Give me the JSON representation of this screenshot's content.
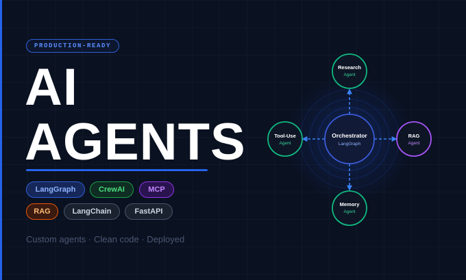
{
  "badge": "PRODUCTION-READY",
  "hero": {
    "line1": "AI",
    "line2": "AGENTS"
  },
  "tags": [
    {
      "label": "LangGraph",
      "text": "#8fb4ff",
      "border": "#2f5fd8",
      "bg": "#16275a"
    },
    {
      "label": "CrewAI",
      "text": "#4ade80",
      "border": "#16a34a",
      "bg": "#0f2d22"
    },
    {
      "label": "MCP",
      "text": "#c084fc",
      "border": "#9333ea",
      "bg": "#2a1450"
    },
    {
      "label": "RAG",
      "text": "#fdba74",
      "border": "#ea580c",
      "bg": "#3b1a10"
    },
    {
      "label": "LangChain",
      "text": "#cbd5e1",
      "border": "#475569",
      "bg": "#1a2230"
    },
    {
      "label": "FastAPI",
      "text": "#cbd5e1",
      "border": "#475569",
      "bg": "#1a2230"
    }
  ],
  "tagline": "Custom agents · Clean code · Deployed",
  "diagram": {
    "center": {
      "title": "Orchestrator",
      "subtitle": "LangGraph"
    },
    "nodes": {
      "top": {
        "title": "Research",
        "subtitle": "Agent",
        "color": "#10b981"
      },
      "left": {
        "title": "Tool-Use",
        "subtitle": "Agent",
        "color": "#10b981"
      },
      "right": {
        "title": "RAG",
        "subtitle": "Agent",
        "color": "#a855f7"
      },
      "bottom": {
        "title": "Memory",
        "subtitle": "Agent",
        "color": "#10b981"
      }
    },
    "arrow_color": "#3b82f6",
    "center_color": "#3b5bdb"
  }
}
